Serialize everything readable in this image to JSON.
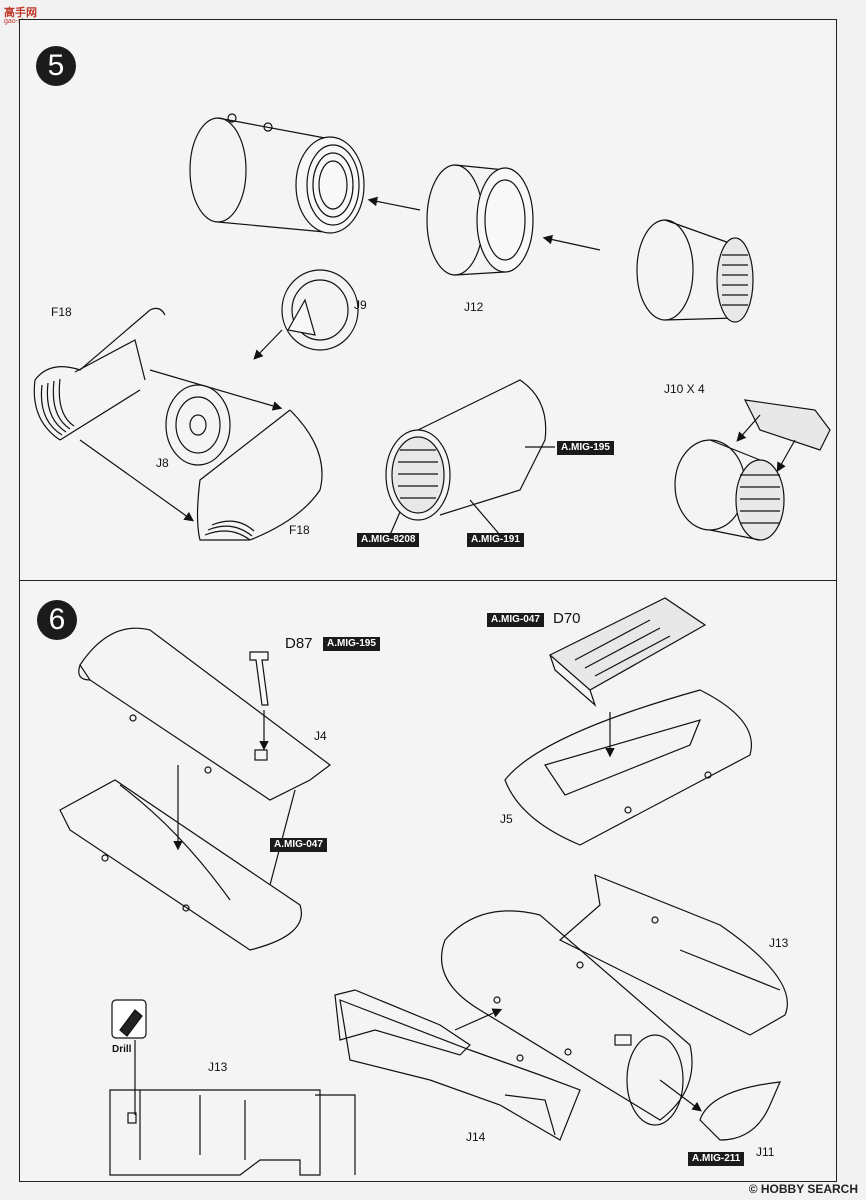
{
  "site_logo": {
    "text": "高手网",
    "subtext": "gao-shou.com"
  },
  "watermark": {
    "text": "HOBBY SEARCH",
    "mark": "©"
  },
  "step5": {
    "number": "5",
    "labels": {
      "f18_top": "F18",
      "j9": "J9",
      "j12": "J12",
      "j8": "J8",
      "f18_bottom": "F18",
      "j10": "J10 X 4"
    },
    "badges": {
      "mig195": "A.MIG-195",
      "mig8208": "A.MIG-8208",
      "mig191": "A.MIG-191"
    }
  },
  "step6": {
    "number": "6",
    "labels": {
      "d87": "D87",
      "j4": "J4",
      "d70": "D70",
      "j5": "J5",
      "j13_right": "J13",
      "j13_left": "J13",
      "j14": "J14",
      "j11": "J11",
      "drill": "Drill"
    },
    "badges": {
      "mig195": "A.MIG-195",
      "mig047_left": "A.MIG-047",
      "mig047_top": "A.MIG-047",
      "mig211": "A.MIG-211"
    }
  }
}
